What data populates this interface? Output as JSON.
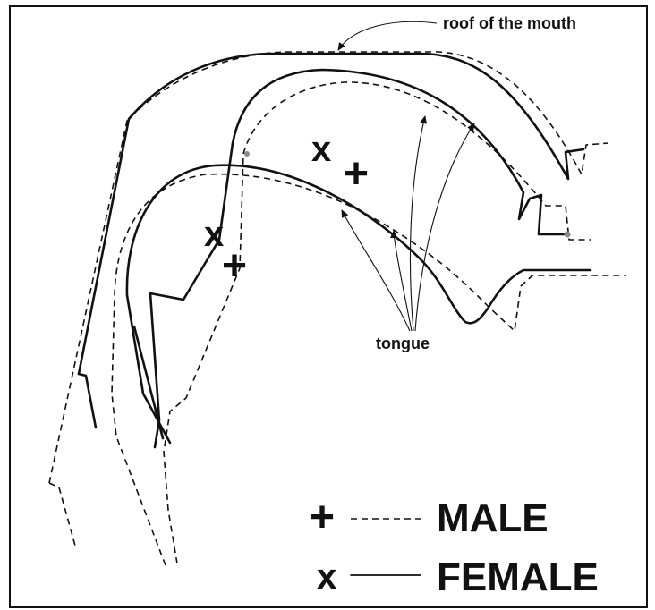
{
  "labels": {
    "roof": "roof of the mouth",
    "tongue": "tongue"
  },
  "markers": {
    "male_symbol": "+",
    "female_symbol": "x"
  },
  "legend": {
    "male_symbol": "+",
    "male_label": "MALE",
    "male_line_style": "dashed",
    "female_symbol": "x",
    "female_label": "FEMALE",
    "female_line_style": "solid"
  },
  "colors": {
    "ink": "#111111",
    "background": "#ffffff",
    "accent_dot": "#888888"
  }
}
